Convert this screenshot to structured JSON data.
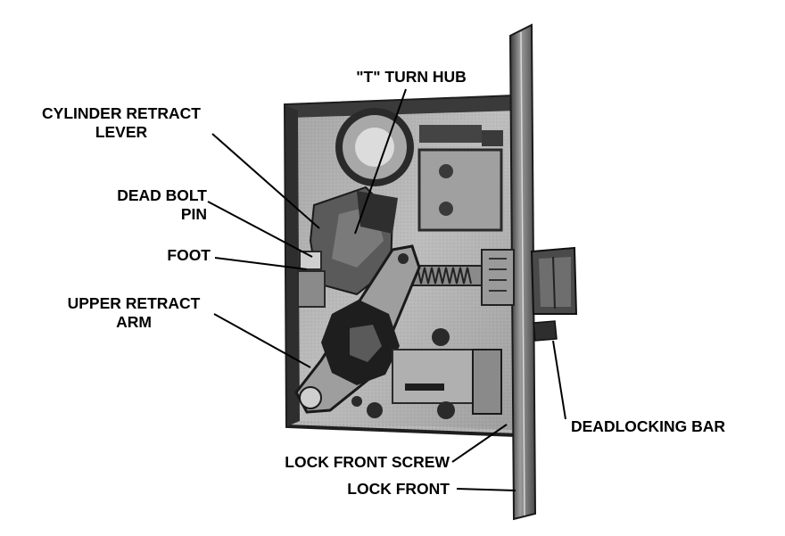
{
  "diagram": {
    "labels": {
      "t_turn_hub": "\"T\" TURN HUB",
      "cylinder_retract_lever_1": "CYLINDER RETRACT",
      "cylinder_retract_lever_2": "LEVER",
      "dead_bolt_pin_1": "DEAD BOLT",
      "dead_bolt_pin_2": "PIN",
      "foot": "FOOT",
      "upper_retract_arm_1": "UPPER RETRACT",
      "upper_retract_arm_2": "ARM",
      "deadlocking_bar": "DEADLOCKING BAR",
      "lock_front_screw": "LOCK FRONT SCREW",
      "lock_front": "LOCK FRONT"
    },
    "colors": {
      "ink": "#000000",
      "metal_dark": "#2a2a2a",
      "metal_mid": "#7a7a7a",
      "metal_light": "#b8b8b8",
      "background": "#ffffff"
    }
  }
}
